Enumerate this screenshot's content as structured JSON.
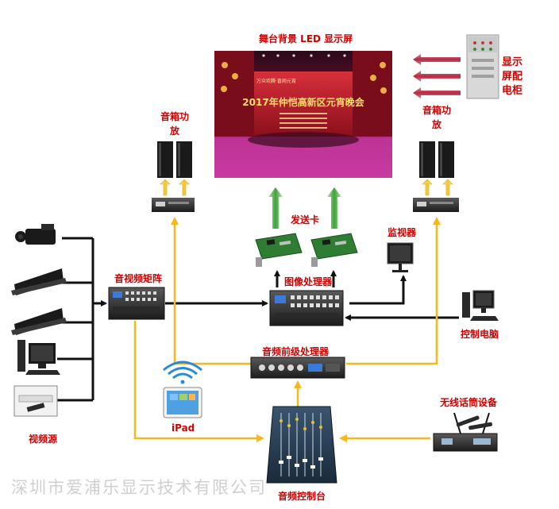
{
  "labels": {
    "led_screen": "舞台背景 LED 显示屏",
    "screen_text_top": "万众欢腾·喜闹元宵",
    "screen_text_main": "2017年仲恺高新区元宵晚会",
    "cabinet": "显示屏配电柜",
    "speaker_left": "音箱功放",
    "speaker_right": "音箱功放",
    "sender_card": "发送卡",
    "monitor": "监视器",
    "av_matrix": "音视频矩阵",
    "image_processor": "图像处理器",
    "control_pc": "控制电脑",
    "audio_preprocessor": "音频前级处理器",
    "wireless_mic": "无线话筒设备",
    "ipad": "iPad",
    "video_source": "视频源",
    "mixer": "音频控制台",
    "watermark": "深圳市爱浦乐显示技术有限公司"
  },
  "colors": {
    "label_red": "#d10000",
    "yellow_line": "#f6b81c",
    "green_arrow": "#3da33a",
    "red_arrow": "#c23a4f",
    "black_line": "#111111",
    "screen_bg": "#8b1a35"
  }
}
